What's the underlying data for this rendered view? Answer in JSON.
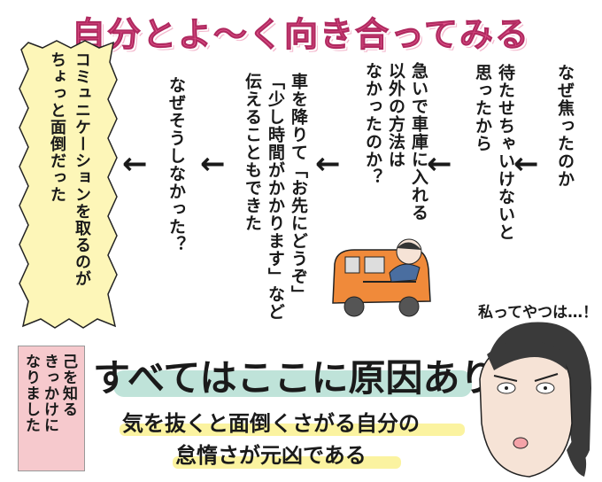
{
  "title": "自分とよ〜く向き合ってみる",
  "flow": {
    "step1": "なぜ焦ったのか",
    "step2": "待たせちゃいけないと\n思ったから",
    "step3": "急いで車庫に入れる\n以外の方法は\nなかったのか？",
    "step4": "車を降りて「お先にどうぞ」\n「少し時間がかかります」など\n伝えることもできた",
    "step5": "なぜそうしなかった？",
    "conclusion": "コミュニケーションを取るのが\nちょっと面倒だった",
    "arrow": "←"
  },
  "bubble": "私ってやつは…！",
  "side_note": "己を知る\nきっかけに\nなりました",
  "headline": "すべてはここに原因あり！",
  "sub1": "気を抜くと面倒くさがる自分の",
  "sub2": "怠惰さが元凶である",
  "colors": {
    "title": "#e0528a",
    "conclusion_bg": "#fdf6b8",
    "side_bg": "#f6c9cd",
    "headline_highlight": "#bfe3d9",
    "sub_highlight": "#fbf3a0",
    "car": "#f08a3a"
  }
}
